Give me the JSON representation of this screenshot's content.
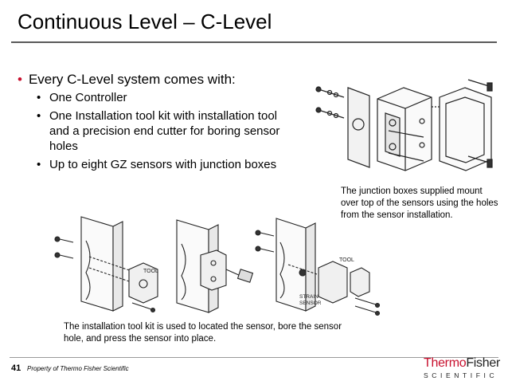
{
  "slide": {
    "title": "Continuous Level – C-Level",
    "main_bullet": "Every C-Level system comes with:",
    "sub_bullets": [
      "One Controller",
      "One Installation tool kit with installation tool and a precision end cutter for boring sensor holes",
      "Up to eight  GZ sensors with junction boxes"
    ],
    "caption_right": "The junction boxes supplied mount over top of the sensors using the holes from the sensor installation.",
    "caption_bottom": "The installation tool kit is used to located the sensor, bore the sensor hole, and press the sensor into place.",
    "diagram_labels": {
      "tool": "TOOL",
      "tool2": "TOOL",
      "strain_sensor_1": "STRAIN",
      "strain_sensor_2": "SENSOR"
    }
  },
  "footer": {
    "page_number": "41",
    "property": "Property of Thermo Fisher Scientific",
    "logo_thermo": "Thermo",
    "logo_fisher": "Fisher",
    "logo_scientific": "SCIENTIFIC"
  },
  "colors": {
    "accent": "#c8102e",
    "rule": "#5a5a5a"
  }
}
